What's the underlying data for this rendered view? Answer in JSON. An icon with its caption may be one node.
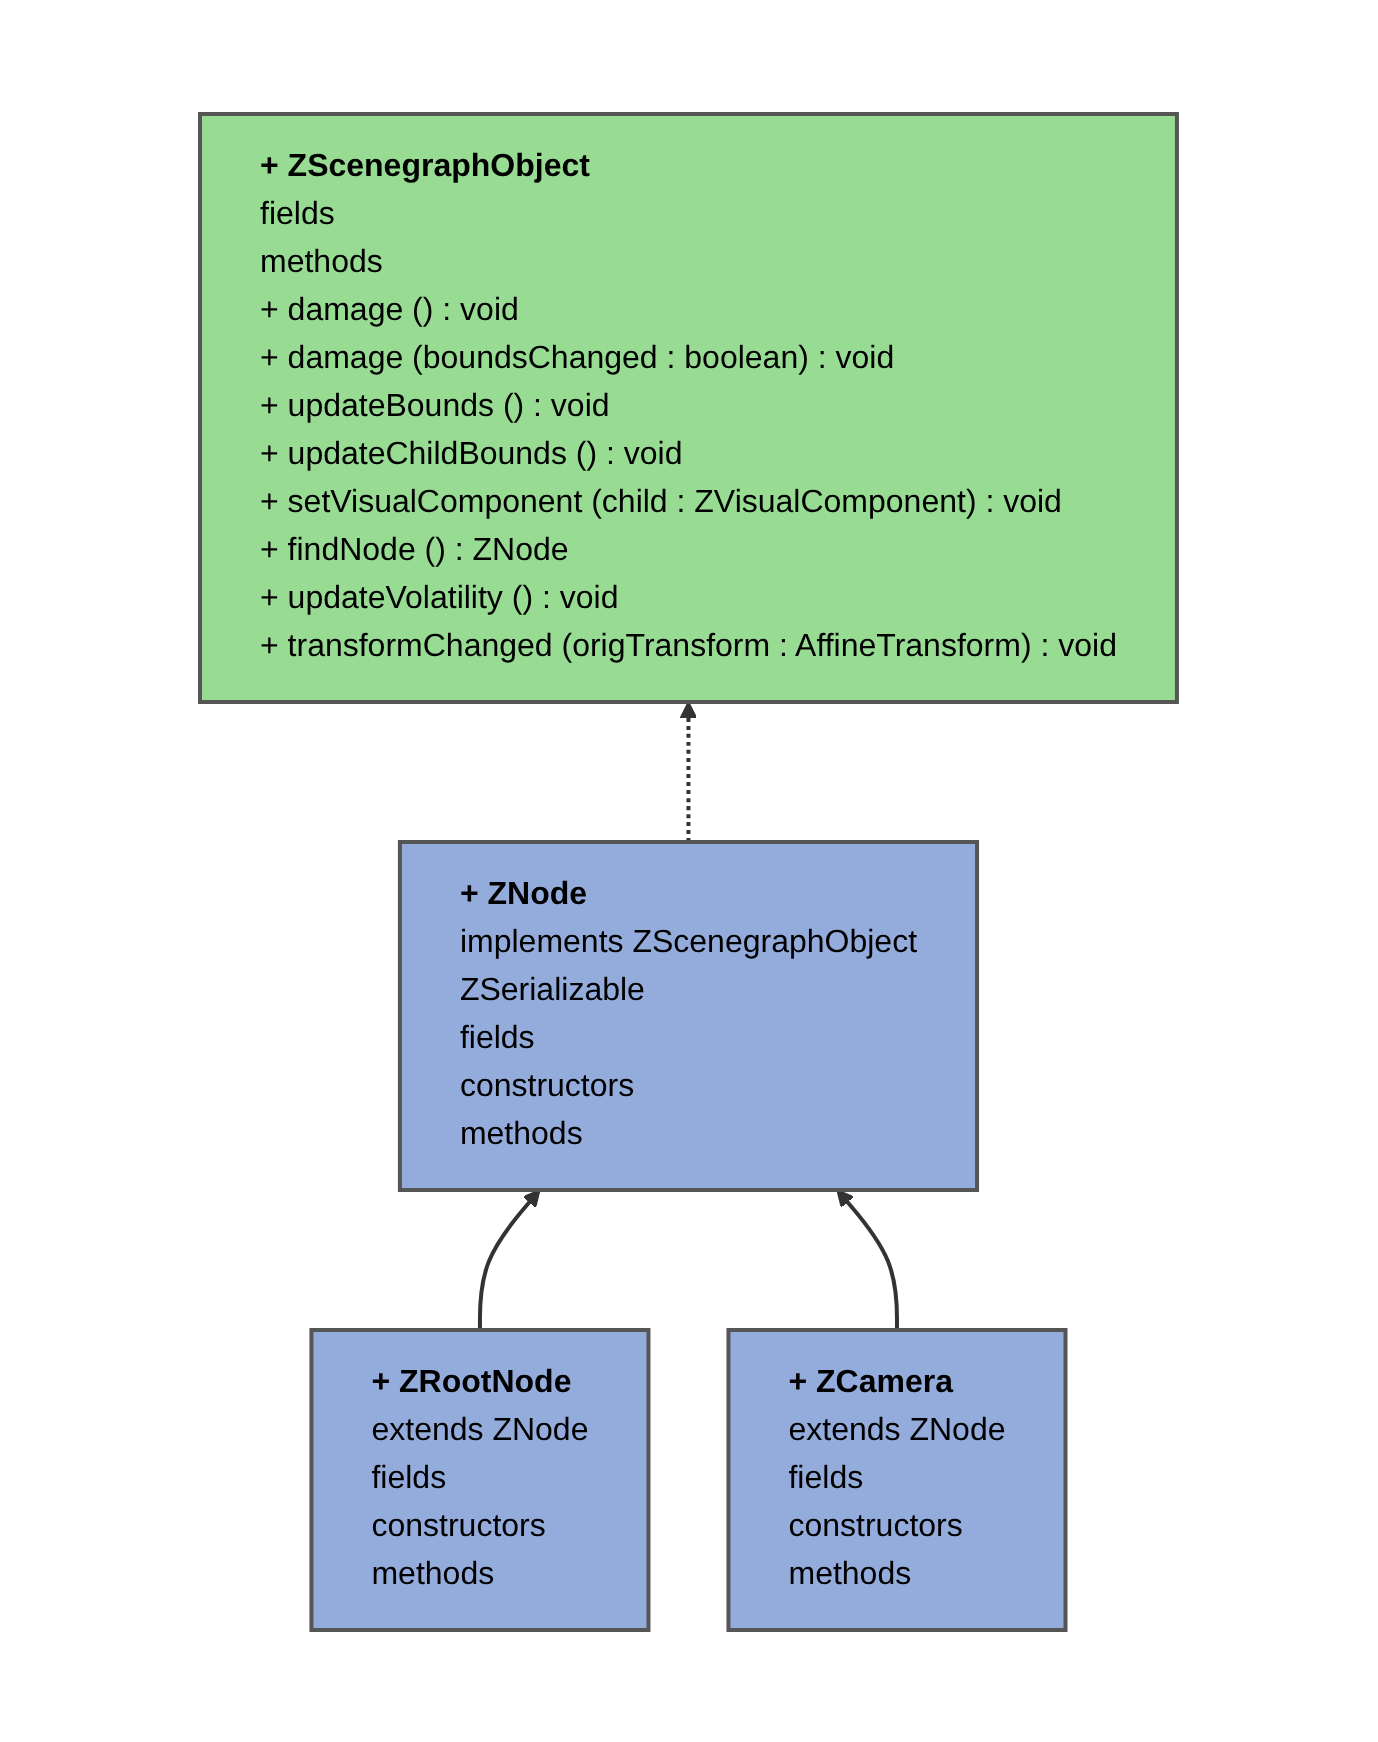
{
  "diagram": {
    "nodes": [
      {
        "text": [
          "+ ZScenegraphObject",
          "fields",
          "methods",
          "+ damage () : void",
          "+ damage (boundsChanged : boolean) : void",
          "+ updateBounds () : void",
          "+ updateChildBounds () : void",
          "+ setVisualComponent (child : ZVisualComponent) : void",
          "+ findNode () : ZNode",
          "+ updateVolatility () : void",
          "+ transformChanged (origTransform : AffineTransform) : void"
        ]
      },
      {
        "text": [
          "+ ZNode",
          "implements ZScenegraphObject",
          "ZSerializable",
          "fields",
          "constructors",
          "methods"
        ]
      },
      {
        "text": [
          "+ ZRootNode",
          "extends ZNode",
          "fields",
          "constructors",
          "methods"
        ]
      },
      {
        "text": [
          "+ ZCamera",
          "extends ZNode",
          "fields",
          "constructors",
          "methods"
        ]
      }
    ],
    "edges": [
      {
        "from": 1,
        "to": 0,
        "arrow": "to",
        "style": "dashed"
      },
      {
        "from": 2,
        "to": 1,
        "arrow": "to"
      },
      {
        "from": 3,
        "to": 1,
        "arrow": "to"
      }
    ]
  }
}
